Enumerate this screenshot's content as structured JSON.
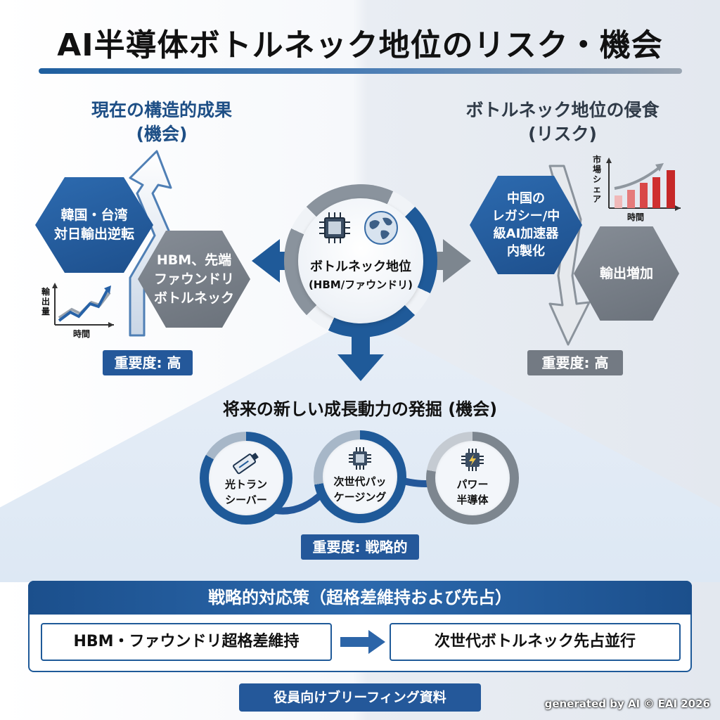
{
  "title": "AI半導体ボトルネック地位のリスク・機会",
  "left": {
    "heading_line1": "現在の構造的成果",
    "heading_line2": "(機会)",
    "hex1_line1": "韓国・台湾",
    "hex1_line2": "対日輸出逆転",
    "hex2_line1": "HBM、先端",
    "hex2_line2": "ファウンドリ",
    "hex2_line3": "ボトルネック",
    "mini_chart": {
      "ylabel_line1": "輸",
      "ylabel_line2": "出",
      "ylabel_line3": "量",
      "xlabel": "時間"
    },
    "badge": "重要度: 高"
  },
  "right": {
    "heading_line1": "ボトルネック地位の侵食",
    "heading_line2": "(リスク)",
    "hex1_line1": "中国の",
    "hex1_line2": "レガシー/中",
    "hex1_line3": "級AI加速器",
    "hex1_line4": "内製化",
    "hex2_label": "輸出増加",
    "mini_chart": {
      "ylabel_line1": "市",
      "ylabel_line2": "場",
      "ylabel_line3": "シ",
      "ylabel_line4": "ェ",
      "ylabel_line5": "ア",
      "xlabel": "時間"
    },
    "badge": "重要度: 高"
  },
  "hub": {
    "title": "ボトルネック地位",
    "subtitle": "(HBM/ファウンドリ)",
    "icons": [
      "chip-icon",
      "globe-icon"
    ]
  },
  "future": {
    "heading": "将来の新しい成長動力の発掘 (機会)",
    "items": [
      {
        "line1": "光トラン",
        "line2": "シーバー",
        "icon": "transceiver-icon"
      },
      {
        "line1": "次世代パッ",
        "line2": "ケージング",
        "icon": "chip-icon"
      },
      {
        "line1": "パワー",
        "line2": "半導体",
        "icon": "power-chip-icon"
      }
    ],
    "badge": "重要度: 戦略的"
  },
  "strategy": {
    "heading": "戦略的対応策（超格差維持および先占）",
    "item1": "HBM・ファウンドリ超格差維持",
    "item2": "次世代ボトルネック先占並行"
  },
  "footer_label": "役員向けブリーフィング資料",
  "credit": "generated by AI © EAI 2026",
  "colors": {
    "accent_blue": "#1f5a99",
    "accent_gray": "#737a83",
    "risk_red": "#c62828"
  }
}
